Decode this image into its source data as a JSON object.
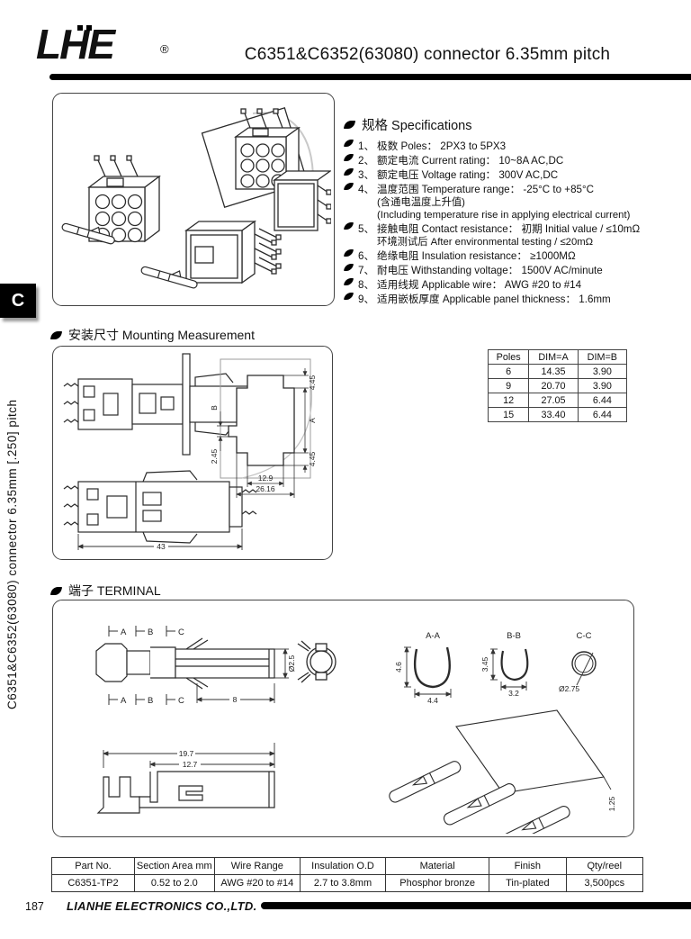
{
  "header": {
    "logo": "LHE",
    "registered": "®",
    "title": "C6351&C6352(63080) connector 6.35mm pitch"
  },
  "sidebar": {
    "tab": "C",
    "vertical_title": "C6351&C6352(63080) connector 6.35mm [.250] pitch"
  },
  "specs": {
    "heading": "规格 Specifications",
    "items": [
      {
        "num": "1、",
        "text": "极数 Poles： 2PX3 to 5PX3"
      },
      {
        "num": "2、",
        "text": "额定电流 Current rating： 10~8A  AC,DC"
      },
      {
        "num": "3、",
        "text": "额定电压 Voltage rating： 300V  AC,DC"
      },
      {
        "num": "4、",
        "text": "温度范围 Temperature range： -25°C to +85°C",
        "line2": "(含通电温度上升值)",
        "line3": "(Including temperature rise in applying electrical current)"
      },
      {
        "num": "5、",
        "text": "接触电阻 Contact resistance： 初期 Initial value / ≤10mΩ",
        "line2": "环境测试后 After environmental testing / ≤20mΩ"
      },
      {
        "num": "6、",
        "text": "绝缘电阻 Insulation resistance： ≥1000MΩ"
      },
      {
        "num": "7、",
        "text": "耐电压 Withstanding voltage： 1500V  AC/minute"
      },
      {
        "num": "8、",
        "text": "适用线规 Applicable wire： AWG #20 to #14"
      },
      {
        "num": "9、",
        "text": "适用嵌板厚度 Applicable panel thickness： 1.6mm"
      }
    ]
  },
  "mounting": {
    "heading": "安装尺寸 Mounting Measurement",
    "dims": {
      "top_right": "4.45",
      "mid_right": "A",
      "bottom_right": "4.45",
      "notch_b": "B",
      "notch_h": "2.45",
      "w_inner": "12.9",
      "w_outer": "26.16",
      "total_len": "43"
    }
  },
  "poles_table": {
    "headers": [
      "Poles",
      "DIM=A",
      "DIM=B"
    ],
    "rows": [
      [
        "6",
        "14.35",
        "3.90"
      ],
      [
        "9",
        "20.70",
        "3.90"
      ],
      [
        "12",
        "27.05",
        "6.44"
      ],
      [
        "15",
        "33.40",
        "6.44"
      ]
    ]
  },
  "terminal": {
    "heading": "端子 TERMINAL",
    "markers": [
      "A",
      "B",
      "C"
    ],
    "dims": {
      "barrel_len": "8",
      "barrel_dia": "Ø2.5",
      "total_len": "19.7",
      "sleeve_len": "12.7",
      "strip_thickness": "1.25"
    },
    "sections": [
      {
        "label": "A-A",
        "h": "4.6",
        "w": "4.4"
      },
      {
        "label": "B-B",
        "h": "3.45",
        "w": "3.2"
      },
      {
        "label": "C-C",
        "dia": "Ø2.75"
      }
    ]
  },
  "parts_table": {
    "headers": [
      "Part No.",
      "Section Area mm",
      "Wire Range",
      "Insulation O.D",
      "Material",
      "Finish",
      "Qty/reel"
    ],
    "rows": [
      [
        "C6351-TP2",
        "0.52 to 2.0",
        "AWG #20 to #14",
        "2.7 to 3.8mm",
        "Phosphor bronze",
        "Tin-plated",
        "3,500pcs"
      ]
    ]
  },
  "footer": {
    "page": "187",
    "company": "LIANHE ELECTRONICS CO.,LTD."
  }
}
